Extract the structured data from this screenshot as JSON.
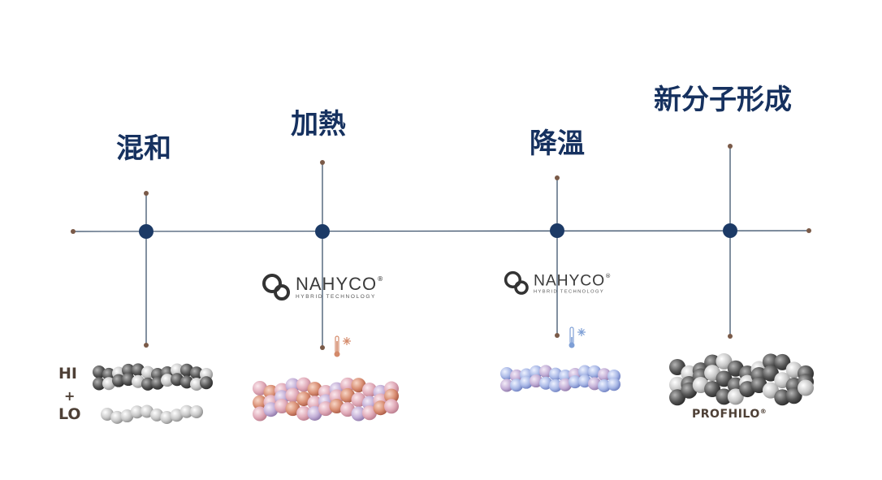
{
  "stages": [
    {
      "label": "混和"
    },
    {
      "label": "加熱"
    },
    {
      "label": "降溫"
    },
    {
      "label": "新分子形成"
    }
  ],
  "logos": {
    "brand": "NAHYCO",
    "registered": "®",
    "tagline": "HYBRID TECHNOLOGY"
  },
  "mixture": {
    "hi": "HI",
    "plus": "+",
    "lo": "LO"
  },
  "product": {
    "name": "PROFHILO",
    "registered": "®"
  },
  "colors": {
    "line": "#2f4661",
    "node": "#1c3a66",
    "end_dot": "#7a5a48",
    "label": "#16315f",
    "heat": "#d48a6a",
    "cool": "#7e9fd6"
  },
  "icons": [
    "link-logo-icon",
    "thermometer-heat-icon",
    "thermometer-cold-icon",
    "molecule-chain-icon"
  ]
}
